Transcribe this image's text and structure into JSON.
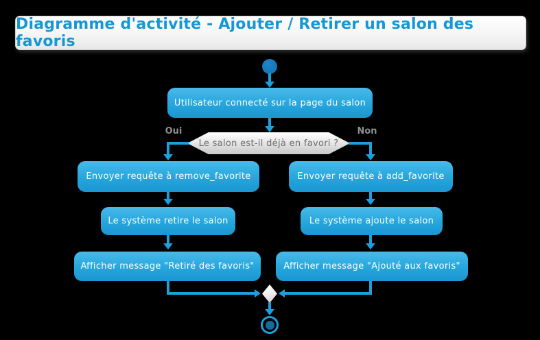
{
  "title": "Diagramme d'activité - Ajouter / Retirer un salon des favoris",
  "colors": {
    "background": "#000000",
    "activity_node_top": "#49bae9",
    "activity_node_bottom": "#1b96d1",
    "arrow": "#1c9fda",
    "title_text": "#1697d3",
    "decision_fill_top": "#ffffff",
    "decision_fill_bottom": "#c7c7c7",
    "decision_text": "#6b6b6b",
    "branch_label_text": "#8f8f8f",
    "start_node_fill": "#1278bc",
    "end_node_ring": "#1c9fda",
    "end_node_core": "#136d9c"
  },
  "diagram": {
    "activity_initial": "Utilisateur connecté sur la page du salon",
    "decision_question": "Le salon est-il déjà en favori ?",
    "label_yes": "Oui",
    "label_no": "Non",
    "yes_steps": [
      "Envoyer requête à remove_favorite",
      "Le système retire le salon",
      "Afficher message \"Retiré des favoris\""
    ],
    "no_steps": [
      "Envoyer requête à add_favorite",
      "Le système ajoute le salon",
      "Afficher message \"Ajouté aux favoris\""
    ]
  }
}
